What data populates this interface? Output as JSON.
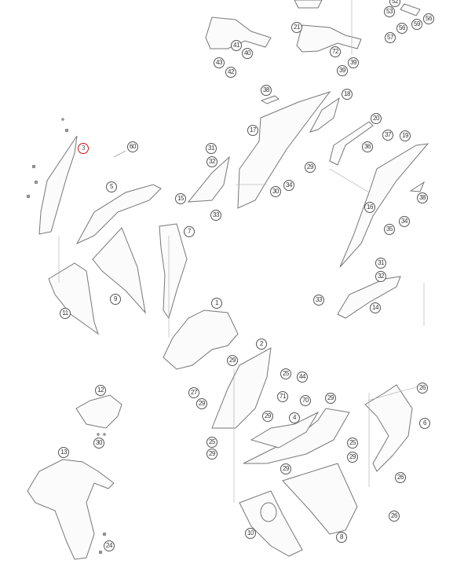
{
  "diagram": {
    "highlight_color": "#d01010",
    "highlighted_part": "3",
    "callouts": [
      "41",
      "40",
      "43",
      "42",
      "21",
      "72",
      "39",
      "39",
      "52",
      "53",
      "56",
      "59",
      "56",
      "57",
      "3",
      "60",
      "5",
      "7",
      "9",
      "11",
      "31",
      "32",
      "15",
      "33",
      "38",
      "18",
      "17",
      "20",
      "37",
      "19",
      "36",
      "29",
      "34",
      "30",
      "38",
      "16",
      "34",
      "35",
      "31",
      "32",
      "33",
      "14",
      "1",
      "2",
      "29",
      "25",
      "44",
      "27",
      "29",
      "71",
      "70",
      "29",
      "29",
      "4",
      "26",
      "6",
      "25",
      "29",
      "25",
      "29",
      "29",
      "26",
      "26",
      "10",
      "8",
      "12",
      "30",
      "13",
      "24"
    ]
  }
}
